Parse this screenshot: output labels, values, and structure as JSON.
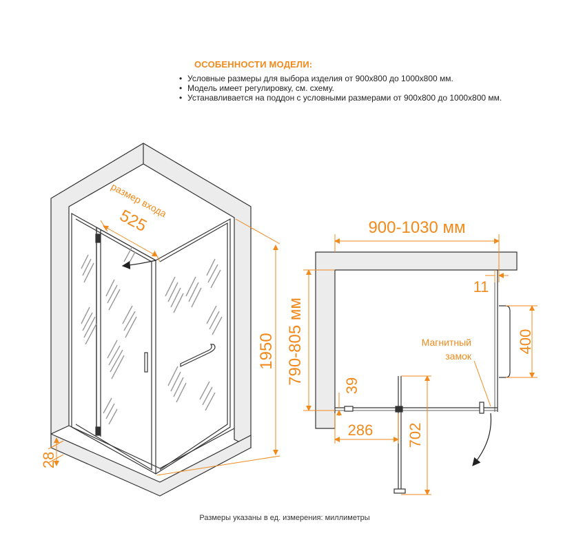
{
  "features": {
    "title": "ОСОБЕННОСТИ МОДЕЛИ:",
    "items": [
      "Условные размеры для выбора изделия от 900х800 до 1000х800 мм.",
      "Модель имеет регулировку,  см.  схему.",
      "Устанавливается на поддон с условными размерами от 900х800 до 1000х800 мм."
    ]
  },
  "perspective": {
    "entry_label": "размер входа",
    "entry_width": "525",
    "height": "1950",
    "tray_height": "28"
  },
  "plan": {
    "width_range": "900-1030 мм",
    "depth_range": "790-805 мм",
    "gap": "11",
    "handle_length": "400",
    "lock_label": "Магнитный замок",
    "offset_39": "39",
    "fixed_panel": "286",
    "door_width": "702"
  },
  "footnote": "Размеры указаны в ед. измерения: миллиметры",
  "colors": {
    "accent": "#f08a1c",
    "line": "#333333"
  }
}
